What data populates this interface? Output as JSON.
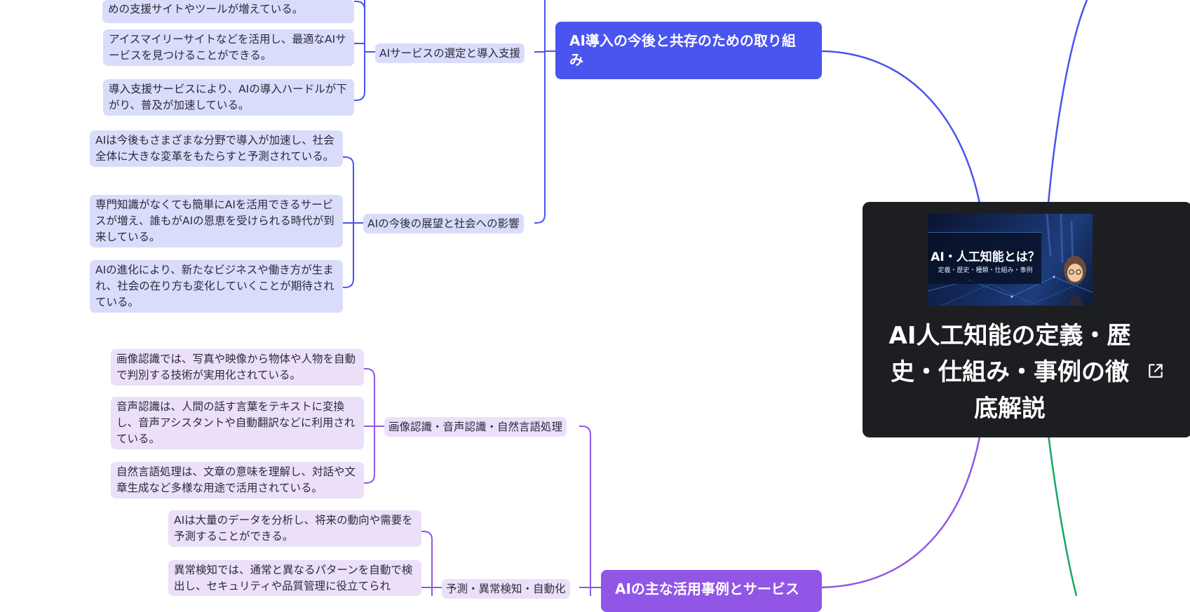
{
  "root": {
    "title": "AI人工知能の定義・歴史・仕組み・事例の徹底解説",
    "thumbnail": {
      "title": "AI・人工知能とは？",
      "subtitle": "定義・歴史・種類・仕組み・事例"
    },
    "link_icon": "external-link-icon"
  },
  "branches": {
    "future": {
      "title": "AI導入の今後と共存のための取り組み",
      "color": "#4a54ee",
      "groups": {
        "selection": {
          "label": "AIサービスの選定と導入支援",
          "items": [
            "めの支援サイトやツールが増えている。",
            "アイスマイリーサイトなどを活用し、最適なAIサービスを見つけることができる。",
            "導入支援サービスにより、AIの導入ハードルが下がり、普及が加速している。"
          ]
        },
        "outlook": {
          "label": "AIの今後の展望と社会への影響",
          "items": [
            "AIは今後もさまざまな分野で導入が加速し、社会全体に大きな変革をもたらすと予測されている。",
            "専門知識がなくても簡単にAIを活用できるサービスが増え、誰もがAIの恩恵を受けられる時代が到来している。",
            "AIの進化により、新たなビジネスや働き方が生まれ、社会の在り方も変化していくことが期待されている。"
          ]
        }
      }
    },
    "usecases": {
      "title": "AIの主な活用事例とサービス",
      "color": "#9156e6",
      "groups": {
        "recognition": {
          "label": "画像認識・音声認識・自然言語処理",
          "items": [
            "画像認識では、写真や映像から物体や人物を自動で判別する技術が実用化されている。",
            "音声認識は、人間の話す言葉をテキストに変換し、音声アシスタントや自動翻訳などに利用されている。",
            "自然言語処理は、文章の意味を理解し、対話や文章生成など多様な用途で活用されている。"
          ]
        },
        "prediction": {
          "label": "予測・異常検知・自動化",
          "items": [
            "AIは大量のデータを分析し、将来の動向や需要を予測することができる。",
            "異常検知では、通常と異なるパターンを自動で検出し、セキュリティや品質管理に役立てられ"
          ]
        }
      }
    }
  },
  "colors": {
    "blue_line": "#4a54ee",
    "purple_line": "#9156e6",
    "green_line": "#14a862",
    "leaf_blue": "#d9dcfa",
    "leaf_purple": "#ebdff9",
    "root_bg": "#1d1e22"
  }
}
